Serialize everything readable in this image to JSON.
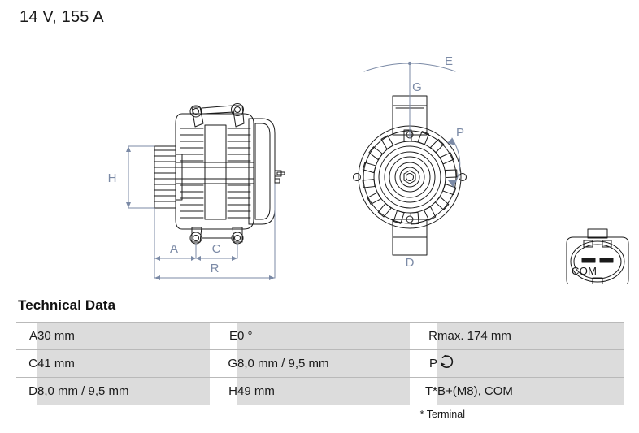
{
  "header": {
    "title": "14 V, 155 A"
  },
  "drawing": {
    "side_view": {
      "name": "alternator-side-view",
      "dimension_labels": [
        "H",
        "A",
        "C",
        "R"
      ]
    },
    "front_view": {
      "name": "alternator-front-view",
      "dimension_labels": [
        "E",
        "G",
        "P",
        "D"
      ]
    },
    "connector": {
      "name": "com-connector",
      "caption": "COM",
      "pin_count": 2
    },
    "labels": {
      "H": "H",
      "A": "A",
      "C": "C",
      "R": "R",
      "E": "E",
      "G": "G",
      "P": "P",
      "D": "D"
    }
  },
  "tech_data": {
    "heading": "Technical Data",
    "footnote": "* Terminal",
    "rows": [
      {
        "col1": {
          "key": "A",
          "value": "30 mm"
        },
        "col2": {
          "key": "E",
          "value": "0 °"
        },
        "col3": {
          "key": "R",
          "value": "max. 174 mm"
        }
      },
      {
        "col1": {
          "key": "C",
          "value": "41 mm"
        },
        "col2": {
          "key": "G",
          "value": "8,0 mm / 9,5 mm"
        },
        "col3": {
          "key": "P",
          "value": "",
          "icon": "rotation-ccw-icon"
        }
      },
      {
        "col1": {
          "key": "D",
          "value": "8,0 mm / 9,5 mm"
        },
        "col2": {
          "key": "H",
          "value": "49 mm"
        },
        "col3": {
          "key": "T*",
          "value": "B+(M8), COM"
        }
      }
    ]
  },
  "colors": {
    "line": "#1a1a1a",
    "dimension": "#7b8aa6",
    "cell_background": "#dcdcdc",
    "rule": "#b9b9b9",
    "page_background": "#ffffff"
  }
}
